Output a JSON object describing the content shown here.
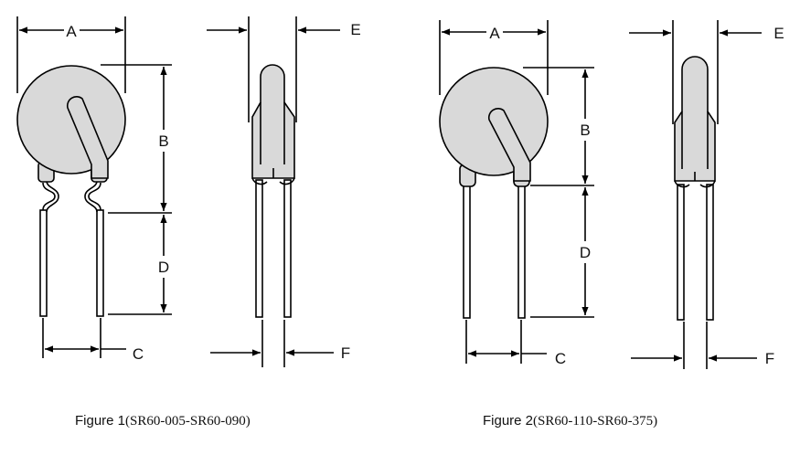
{
  "figures": [
    {
      "caption_label": "Figure 1",
      "caption_models": "(SR60-005-SR60-090)",
      "lead_style": "kinked",
      "dims": {
        "A": "A",
        "B": "B",
        "C": "C",
        "D": "D",
        "E": "E",
        "F": "F"
      }
    },
    {
      "caption_label": "Figure 2",
      "caption_models": "(SR60-110-SR60-375)",
      "lead_style": "straight",
      "dims": {
        "A": "A",
        "B": "B",
        "C": "C",
        "D": "D",
        "E": "E",
        "F": "F"
      }
    }
  ],
  "colors": {
    "body_fill": "#d9d9d9",
    "stroke": "#000000",
    "text": "#111111"
  }
}
